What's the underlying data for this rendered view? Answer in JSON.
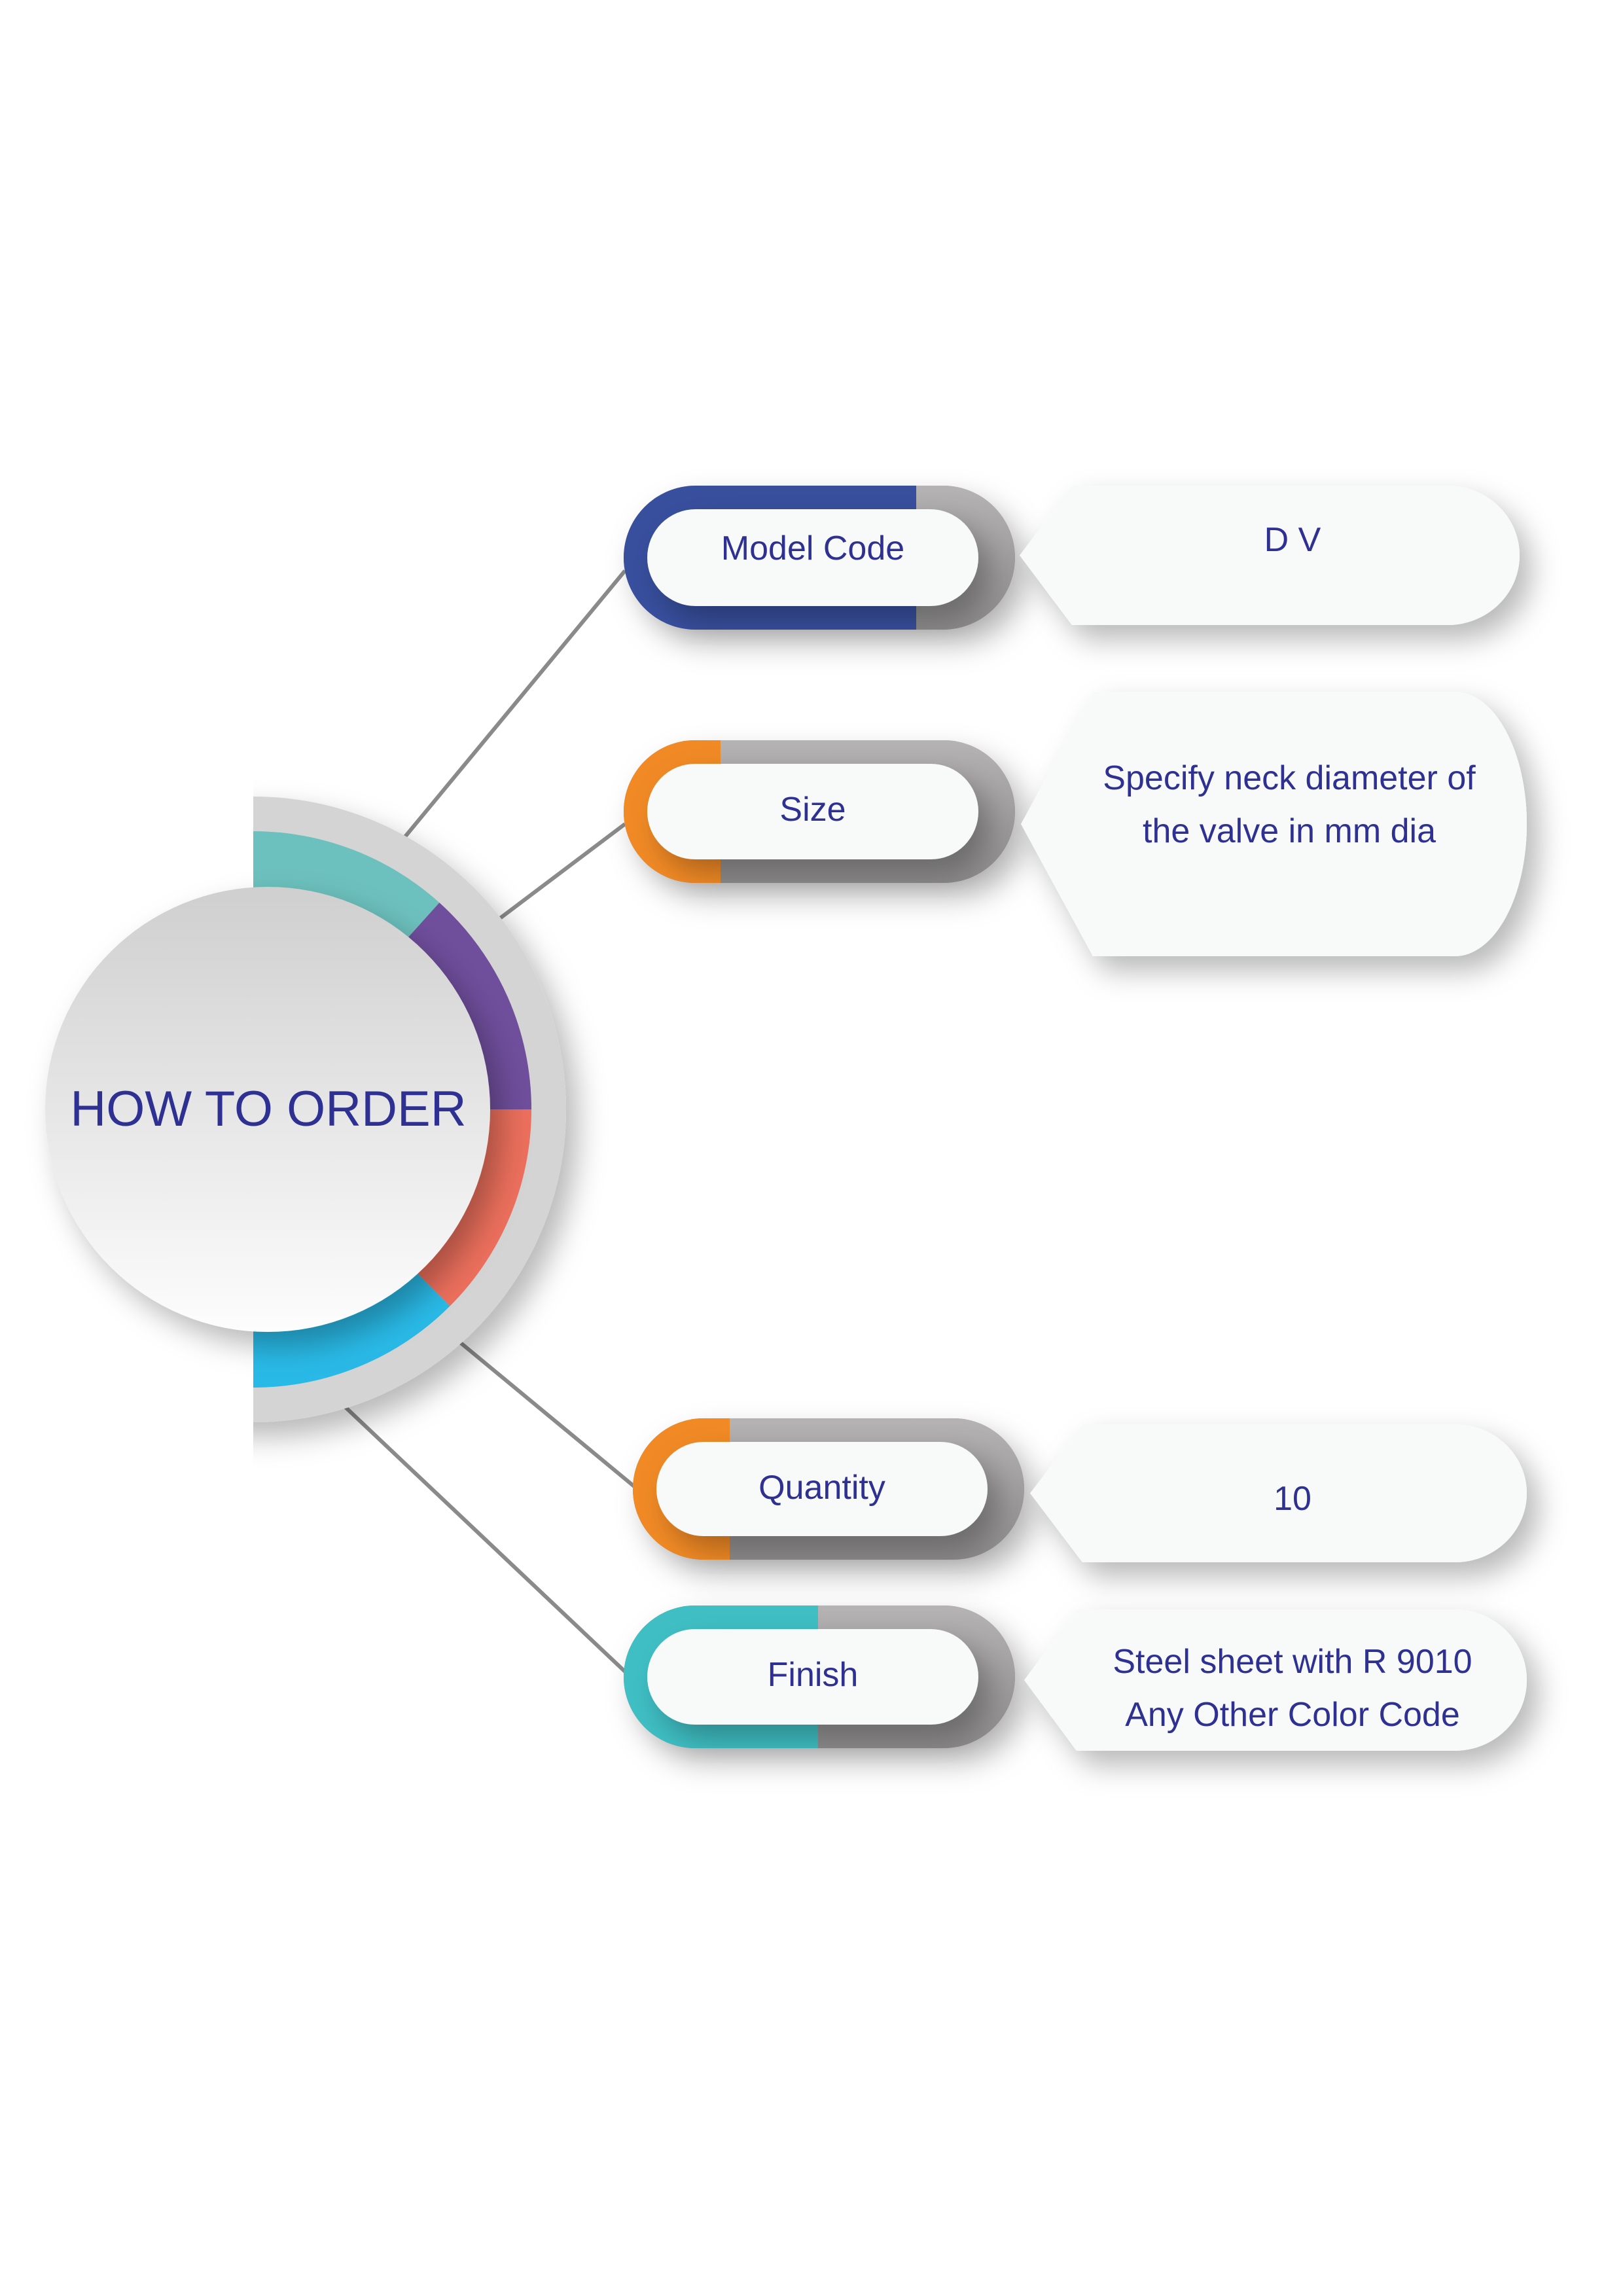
{
  "center": {
    "title": "HOW TO ORDER"
  },
  "colors": {
    "text": "#2e3192",
    "ring": [
      "#6cc0bd",
      "#6f4e9c",
      "#ec6f5c",
      "#29b9e6"
    ],
    "model_code": "#384f9e",
    "size": "#f18a25",
    "quantity": "#f18a25",
    "finish": "#3fbfc4",
    "pill_grey": "#a8a6a6"
  },
  "items": [
    {
      "label": "Model Code",
      "value_lines": [
        "D V"
      ]
    },
    {
      "label": "Size",
      "value_lines": [
        "Specify neck diameter of",
        "the valve in mm dia"
      ]
    },
    {
      "label": "Quantity",
      "value_lines": [
        "10"
      ]
    },
    {
      "label": "Finish",
      "value_lines": [
        "Steel sheet with R 9010",
        "Any Other Color Code"
      ]
    }
  ]
}
